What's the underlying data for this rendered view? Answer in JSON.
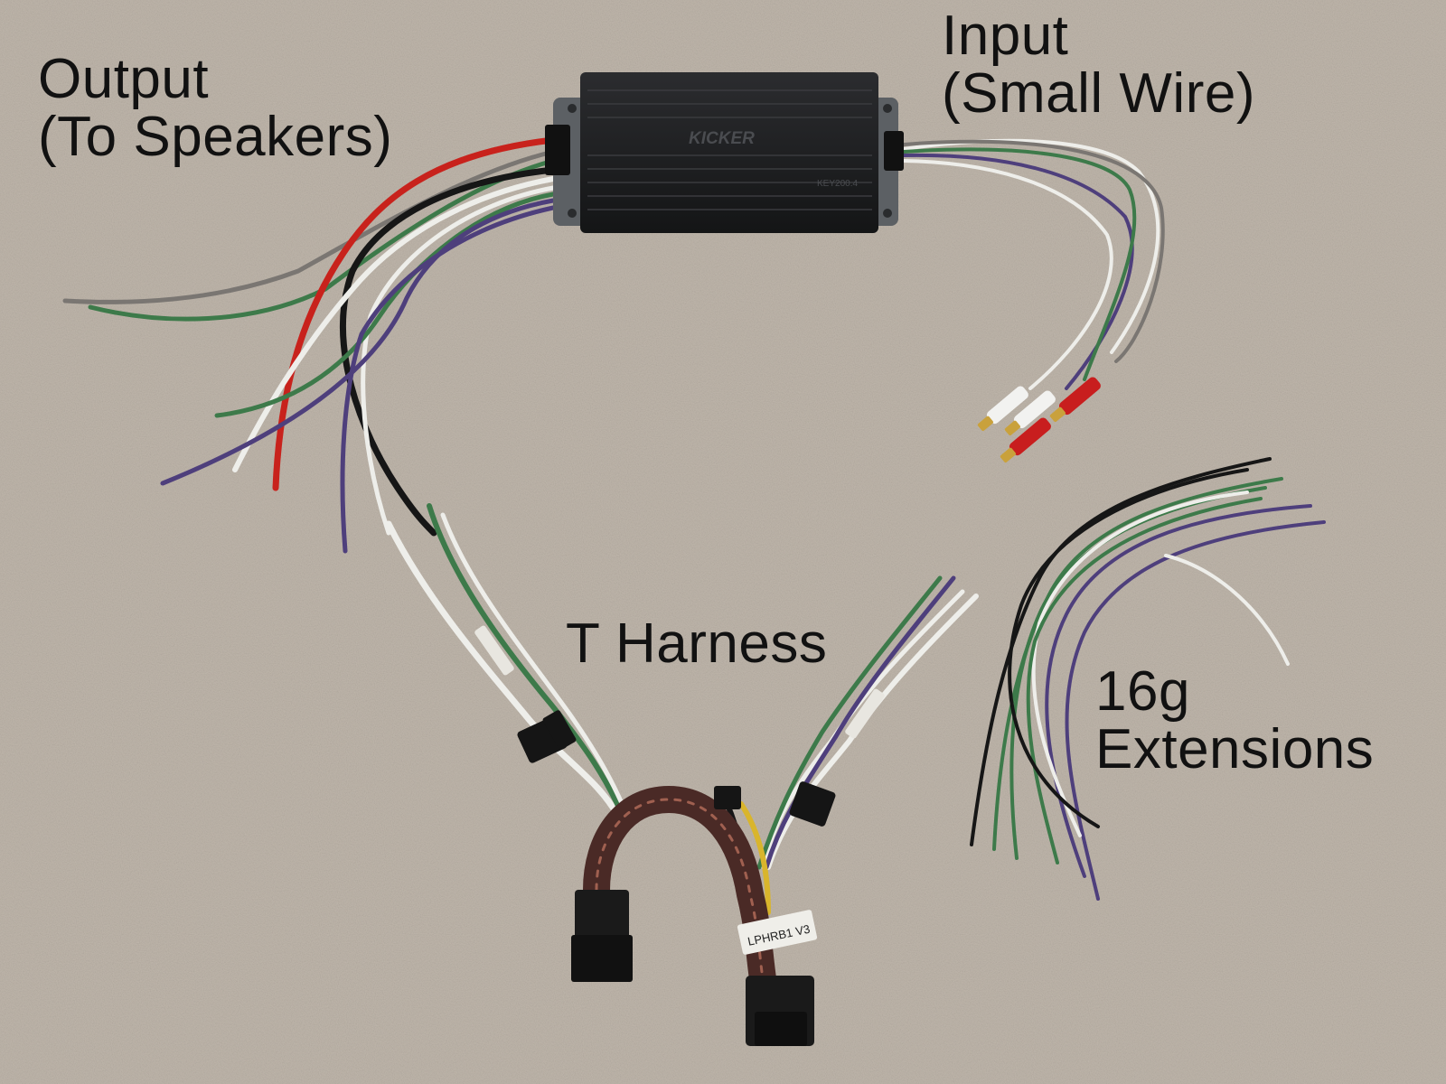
{
  "labels": {
    "output": {
      "line1": "Output",
      "line2": "(To Speakers)"
    },
    "input": {
      "line1": "Input",
      "line2": "(Small Wire)"
    },
    "t_harness": "T Harness",
    "extensions": {
      "line1": "16g",
      "line2": "Extensions"
    }
  },
  "device": {
    "brand": "KICKER",
    "model": "KEY200.4"
  },
  "harness_tag": "LPHRB1 V3",
  "colors": {
    "carpet": "#bfb6ab",
    "amp_body": "#1f2022",
    "amp_bracket": "#5c6064",
    "red": "#c8221c",
    "green": "#3d7a4a",
    "purple": "#4e3f7c",
    "white": "#eeeeea",
    "black": "#161616",
    "gray": "#7a7672",
    "brown": "#4a2a26",
    "yellow": "#d9b52c",
    "rca_red": "#c81e1e",
    "rca_gold": "#c9a13c"
  }
}
